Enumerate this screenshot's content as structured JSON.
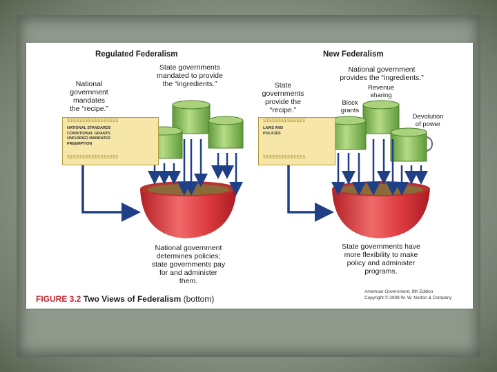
{
  "left": {
    "header": "Regulated Federalism",
    "state_caption": [
      "State governments",
      "mandated to provide",
      "the “ingredients.”"
    ],
    "national_caption": [
      "National",
      "government",
      "mandates",
      "the “recipe.”"
    ],
    "recipe_lines": [
      "NATIONAL STANDARDS",
      "CONDITIONAL GRANTS",
      "UNFUNDED MANDATES",
      "PREEMPTION"
    ],
    "bottom_caption": [
      "National government",
      "determines policies;",
      "state governments pay",
      "for and administer",
      "them."
    ]
  },
  "right": {
    "header": "New Federalism",
    "national_caption": [
      "National government",
      "provides the “ingredients.”"
    ],
    "state_caption": [
      "State",
      "governments",
      "provide the",
      "“recipe.”"
    ],
    "recipe_lines": [
      "LAWS AND",
      "POLICIES"
    ],
    "revenue_label": [
      "Revenue",
      "sharing"
    ],
    "block_label": [
      "Block",
      "grants"
    ],
    "devolution_label": [
      "Devolution",
      "of power"
    ],
    "bottom_caption": [
      "State governments have",
      "more flexibility to make",
      "policy and administer",
      "programs."
    ]
  },
  "figure": {
    "number": "FIGURE 3.2",
    "title": "Two Views of Federalism",
    "suffix": "(bottom)",
    "credit_book": "American Government",
    "credit_edition": ", 9th Edition",
    "credit_copyright": "Copyright © 2008 W. W. Norton & Company"
  },
  "colors": {
    "arrow": "#1f3f86",
    "pot_green": "#8cc060",
    "bowl_red": "#d8353a",
    "paper": "#f6e7a8",
    "figure_label": "#c0282d"
  }
}
